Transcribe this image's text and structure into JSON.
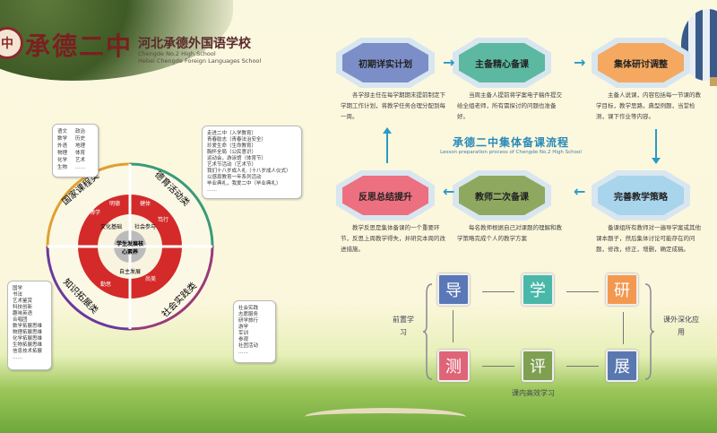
{
  "header": {
    "seal_text": "中",
    "school_name_cn": "承德二中",
    "school_name_cn2": "河北承德外国语学校",
    "school_name_en1": "Chengde No.2 High School",
    "school_name_en2": "Hebei Chengde Foreign Languages School"
  },
  "process": {
    "title": "承德二中集体备课流程",
    "subtitle": "Lesson preparation process of Chengde No.2 High School",
    "arrow_right": "→",
    "arrow_left": "←",
    "steps": [
      {
        "label": "初期详实计划",
        "color": "#7b8ec8",
        "text": "各学部主任在每学期期末提前制定下学期工作计划，将教学任务合理分配到每一周。"
      },
      {
        "label": "主备精心备课",
        "color": "#5cb8a0",
        "text": "当周主备人提前将学案电子稿件提交给全组老师，所有需探讨的问题也准备好。"
      },
      {
        "label": "集体研讨调整",
        "color": "#f4a860",
        "text": "主备人说课，内容包括每一节课的教学目标，教学思路，典型例题，当堂检测，课下作业等内容。"
      },
      {
        "label": "完善教学策略",
        "color": "#a8d4ec",
        "text": "备课组所有教师对一遍导学案或其他课本题子，然后集体讨论可能存在的问题，修改，修正，增删，确定成稿。"
      },
      {
        "label": "教师二次备课",
        "color": "#8ea860",
        "text": "每名教师根据自己对课题的理解和教学策略完成个人的教学方案"
      },
      {
        "label": "反思总结提升",
        "color": "#ec7080",
        "text": "教学反思是集体备课的一个重要环节，反思上周教学得失，并研究本周的改进措施。"
      }
    ]
  },
  "model": {
    "boxes": [
      {
        "label": "导",
        "color": "#5a78b8"
      },
      {
        "label": "学",
        "color": "#4ab8a8"
      },
      {
        "label": "研",
        "color": "#f49850"
      },
      {
        "label": "展",
        "color": "#5a78b0"
      },
      {
        "label": "评",
        "color": "#7ea050"
      },
      {
        "label": "测",
        "color": "#e06478"
      }
    ],
    "left_label": "前置学习",
    "right_label": "课外深化应用",
    "bottom_label": "课内高效学习"
  },
  "curriculum": {
    "center": "学生发展核心素养",
    "inner": [
      "文化基础",
      "社会参与",
      "自主发展"
    ],
    "ring": [
      "博学",
      "明德",
      "健体",
      "笃行",
      "尚美",
      "勤思"
    ],
    "outer": [
      "国家课程类",
      "德育活动类",
      "社会实践类",
      "知识拓展类"
    ],
    "bubble_national": [
      "语文",
      "政治",
      "数学",
      "历史",
      "外语",
      "地理",
      "物理",
      "体育",
      "化学",
      "艺术",
      "生物",
      "……"
    ],
    "bubble_moral": [
      "走进二中（入学教育）",
      "青春励志（青春法治安全）",
      "珍爱生命（生命教育）",
      "胸怀全局（公民意识）",
      "运动会，游泳馆（体育节）",
      "艺术节活动（艺术节）",
      "我们十八岁成人礼（十八岁成人仪式）",
      "以感恩教育一年系列活动",
      "毕业典礼，我爱二中（毕业典礼）",
      "……"
    ],
    "bubble_knowledge": [
      "国学",
      "书法",
      "艺术鉴赏",
      "科技创新",
      "趣味英语",
      "合唱团",
      "数学拓展思维",
      "物理拓展思维",
      "化学拓展思维",
      "生物拓展思维",
      "信息技术拓展",
      "……"
    ],
    "bubble_practice": [
      "社会实践",
      "志愿服务",
      "研学旅行",
      "游学",
      "军训",
      "参观",
      "社团活动",
      "……"
    ]
  }
}
